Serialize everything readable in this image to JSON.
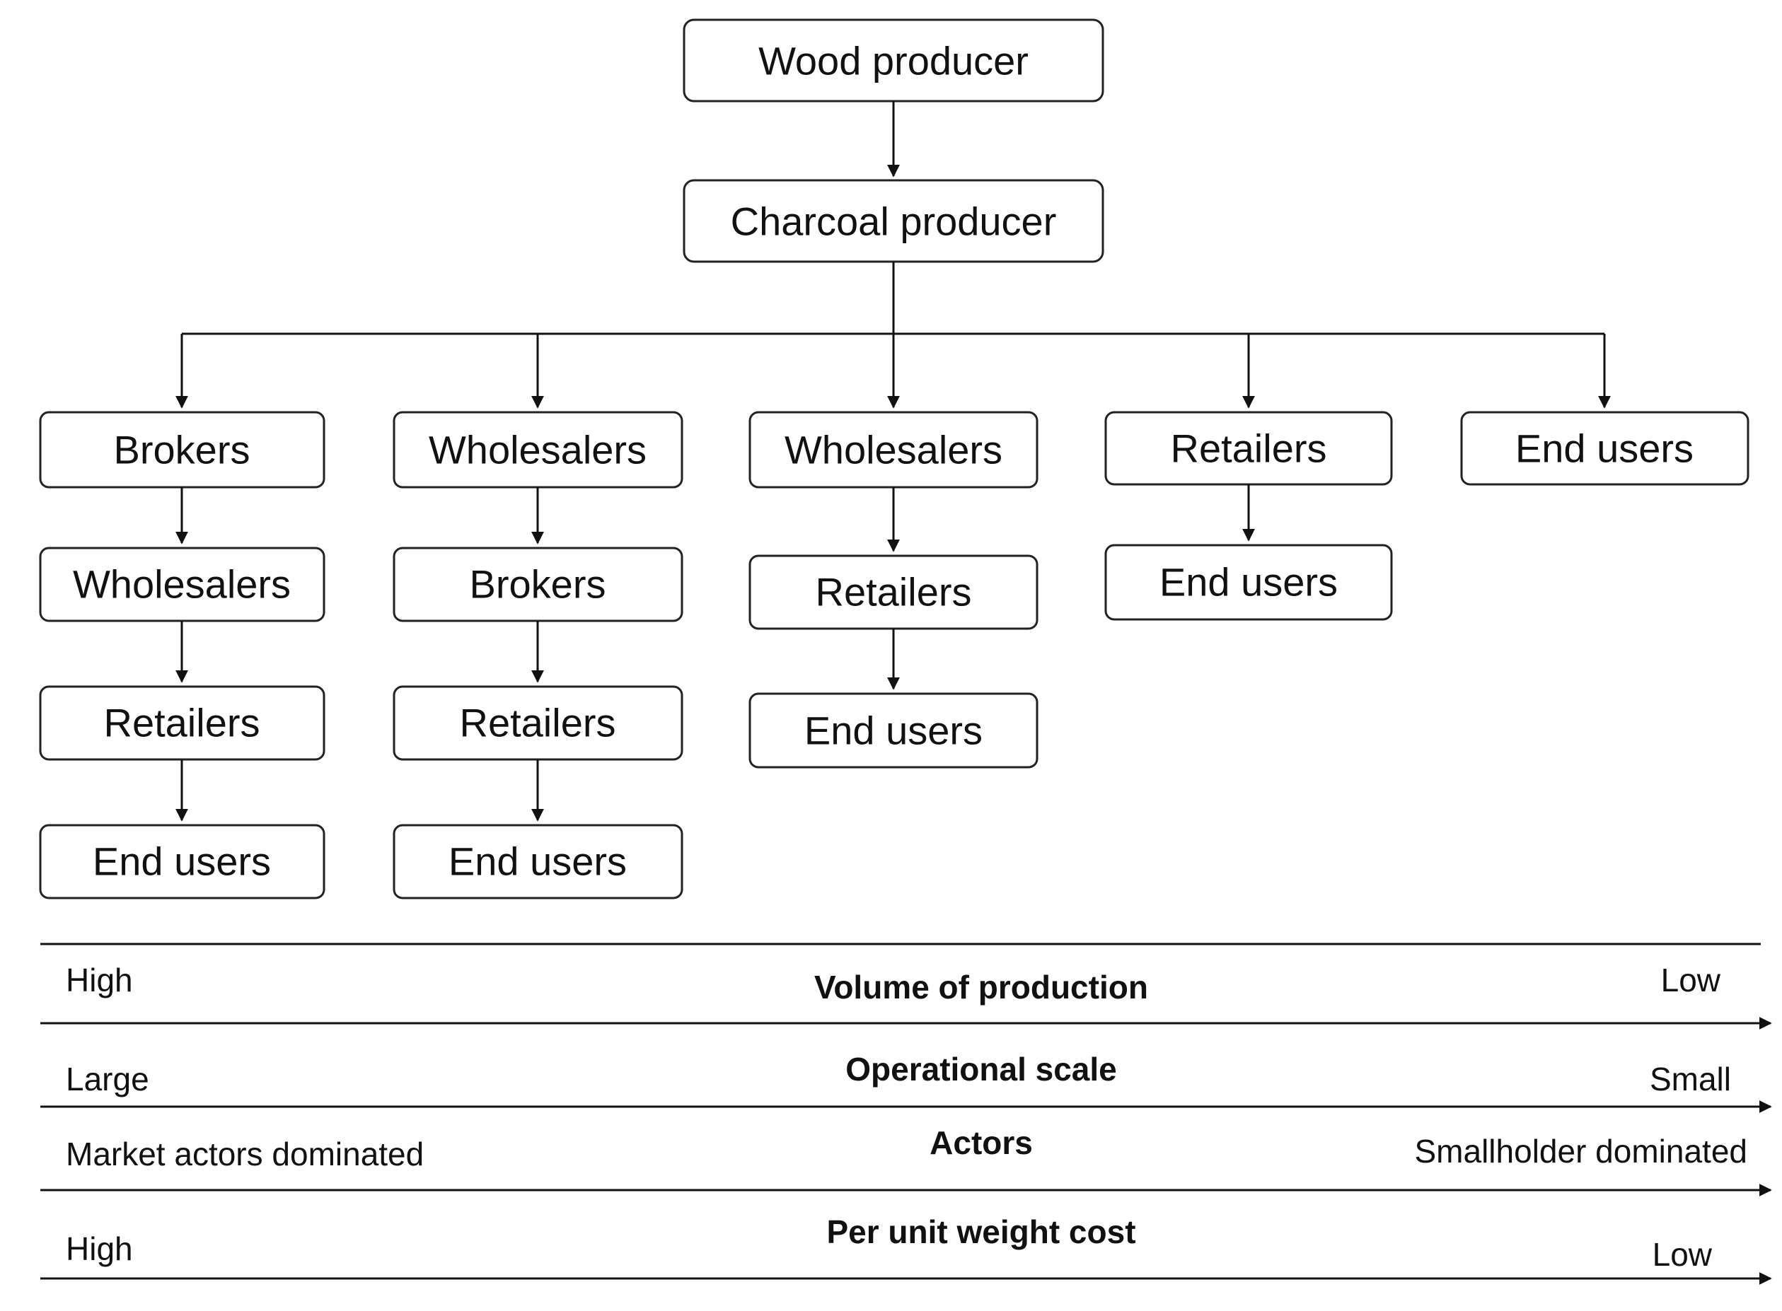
{
  "nodes": {
    "wood": "Wood producer",
    "charcoal": "Charcoal producer",
    "c1": [
      "Brokers",
      "Wholesalers",
      "Retailers",
      "End users"
    ],
    "c2": [
      "Wholesalers",
      "Brokers",
      "Retailers",
      "End users"
    ],
    "c3": [
      "Wholesalers",
      "Retailers",
      "End users"
    ],
    "c4": [
      "Retailers",
      "End users"
    ],
    "c5": [
      "End users"
    ]
  },
  "scales": [
    {
      "title": "Volume of production",
      "left": "High",
      "right": "Low"
    },
    {
      "title": "Operational scale",
      "left": "Large",
      "right": "Small"
    },
    {
      "title": "Actors",
      "left": "Market actors dominated",
      "right": "Smallholder dominated"
    },
    {
      "title": "Per unit weight cost",
      "left": "High",
      "right": "Low"
    }
  ]
}
